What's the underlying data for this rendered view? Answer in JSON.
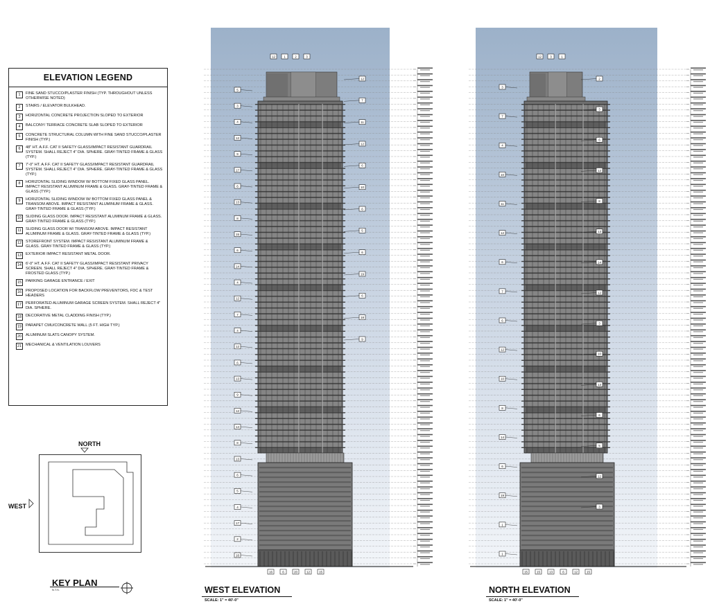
{
  "legend": {
    "title": "ELEVATION LEGEND",
    "items": [
      {
        "num": "1",
        "text": "FINE SAND STUCCO/PLASTER FINISH (TYP. THROUGHOUT UNLESS OTHERWISE NOTED)"
      },
      {
        "num": "2",
        "text": "STAIRS / ELEVATOR BULKHEAD."
      },
      {
        "num": "3",
        "text": "HORIZONTAL CONCRETE PROJECTION SLOPED TO EXTERIOR"
      },
      {
        "num": "4",
        "text": "BALCONY/ TERRACE CONCRETE SLAB SLOPED TO EXTERIOR"
      },
      {
        "num": "5",
        "text": "CONCRETE STRUCTURAL COLUMN WITH FINE SAND STUCCO/PLASTER FINISH (TYP.)"
      },
      {
        "num": "6",
        "text": "48\" HT. A.F.F. CAT II SAFETY GLASS/IMPACT RESISTANT GUARDRAIL SYSTEM. SHALL REJECT 4\" DIA. SPHERE. GRAY-TINTED FRAME & GLASS (TYP.)"
      },
      {
        "num": "7",
        "text": "7'-0\" HT. A.F.F. CAT II SAFETY GLASS/IMPACT RESISTANT GUARDRAIL SYSTEM. SHALL REJECT 4\" DIA. SPHERE. GRAY-TINTED FRAME & GLASS (TYP.)"
      },
      {
        "num": "8",
        "text": "HORIZONTAL SLIDING WINDOW W/ BOTTOM FIXED GLASS PANEL. IMPACT RESISTANT ALUMINUM FRAME & GLASS. GRAY-TINTED FRAME & GLASS (TYP.)"
      },
      {
        "num": "9",
        "text": "HORIZONTAL SLIDING WINDOW W/ BOTTOM FIXED GLASS PANEL & TRANSOM ABOVE. IMPACT RESISTANT ALUMINUM FRAME & GLASS. GRAY-TINTED FRAME & GLASS (TYP.)"
      },
      {
        "num": "10",
        "text": "SLIDING GLASS DOOR. IMPACT RESISTANT ALUMINUM FRAME & GLASS. GRAY-TINTED FRAME & GLASS (TYP.)"
      },
      {
        "num": "11",
        "text": "SLIDING GLASS DOOR W/ TRANSOM ABOVE. IMPACT RESISTANT ALUMINUM FRAME & GLASS. GRAY-TINTED FRAME & GLASS (TYP.)"
      },
      {
        "num": "12",
        "text": "STOREFRONT SYSTEM. IMPACT RESISTANT ALUMINUM FRAME & GLASS. GRAY-TINTED FRAME & GLASS (TYP.)"
      },
      {
        "num": "13",
        "text": "EXTERIOR IMPACT RESISTANT METAL DOOR."
      },
      {
        "num": "14",
        "text": "6'-0\" HT. A.F.F. CAT II SAFETY GLASS/IMPACT RESISTANT PRIVACY SCREEN. SHALL REJECT 4\" DIA. SPHERE. GRAY-TINTED FRAME & FROSTED GLASS (TYP.)"
      },
      {
        "num": "15",
        "text": "PARKING GARAGE ENTRANCE / EXIT"
      },
      {
        "num": "16",
        "text": "PROPOSED LOCATION FOR BACKFLOW PREVENTORS, FDC & TEST HEADERS"
      },
      {
        "num": "17",
        "text": "PERFORATED ALUMINUM GARAGE SCREEN SYSTEM. SHALL REJECT 4\" DIA. SPHERE."
      },
      {
        "num": "18",
        "text": "DECORATIVE METAL CLADDING FINISH (TYP.)"
      },
      {
        "num": "19",
        "text": "PARAPET CMU/CONCRETE WALL (5 FT. HIGH TYP.)"
      },
      {
        "num": "20",
        "text": "ALUMINUM SLATS CANOPY SYSTEM."
      },
      {
        "num": "21",
        "text": "MECHANICAL & VENTILATION LOUVERS"
      }
    ]
  },
  "key_plan": {
    "title": "KEY PLAN",
    "scale": "N.T.S.",
    "north_label": "NORTH",
    "west_label": "WEST"
  },
  "west_elevation": {
    "title": "WEST ELEVATION",
    "scale": "SCALE:  1\" = 40'-0\"",
    "top_tags": [
      "12",
      "1",
      "2",
      "3"
    ],
    "left_tags": [
      "5",
      "3",
      "4",
      "12",
      "9",
      "17",
      "6",
      "13",
      "8",
      "15",
      "6",
      "14",
      "4",
      "12",
      "7",
      "4",
      "12",
      "6",
      "13",
      "9",
      "12",
      "14",
      "8",
      "13",
      "6",
      "5",
      "4",
      "17",
      "2",
      "16"
    ],
    "right_tags": [
      "12",
      "7",
      "11",
      "12",
      "6",
      "10",
      "6",
      "5",
      "6",
      "19",
      "6",
      "18",
      "9"
    ],
    "bottom_tags": [
      "16",
      "6",
      "20",
      "12",
      "15"
    ]
  },
  "north_elevation": {
    "title": "NORTH ELEVATION",
    "scale": "SCALE:  1\" = 40'-0\"",
    "top_tags": [
      "12",
      "3",
      "1"
    ],
    "left_tags": [
      "3",
      "7",
      "4",
      "10",
      "11",
      "12",
      "6",
      "7",
      "6",
      "12",
      "10",
      "8",
      "14",
      "6",
      "19",
      "1",
      "1"
    ],
    "right_tags": [
      "2",
      "3",
      "6",
      "12",
      "8",
      "13",
      "14",
      "12",
      "3",
      "10",
      "13",
      "6",
      "5",
      "12",
      "3"
    ],
    "bottom_tags": [
      "15",
      "15",
      "13",
      "6",
      "12",
      "15"
    ]
  },
  "colors": {
    "sky_top": "#9cb1c9",
    "sky_bottom": "#f2f5f9",
    "tower_fill": "#6f6f6f",
    "podium_fill": "#7a7a7a"
  }
}
